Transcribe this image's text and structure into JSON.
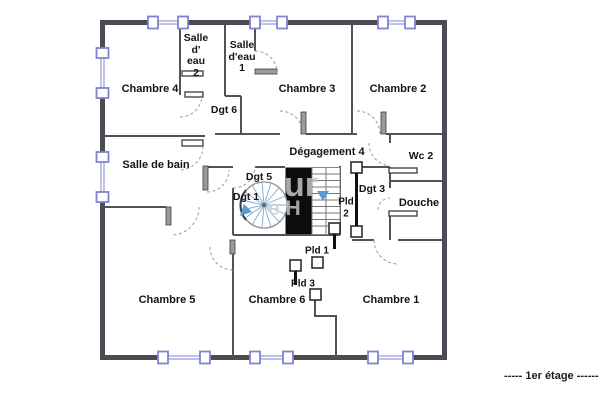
{
  "plan": {
    "legend": "----- 1er étage ------",
    "watermark": {
      "line1": "ur",
      "line2": "e H"
    },
    "rooms": {
      "chambre_1": "Chambre 1",
      "chambre_2": "Chambre 2",
      "chambre_3": "Chambre 3",
      "chambre_4": "Chambre 4",
      "chambre_5": "Chambre 5",
      "chambre_6": "Chambre 6",
      "salle_de_bain": "Salle de bain",
      "degagement_4": "Dégagement 4",
      "wc_2": "Wc 2",
      "douche": "Douche",
      "dgt_6": "Dgt 6",
      "dgt_5": "Dgt 5",
      "dgt_3": "Dgt 3",
      "dgt_1": "Dgt 1",
      "pld_1": "Pld 1",
      "pld_3": "Pld 3"
    },
    "rooms_multiline": {
      "salle_eau_2": [
        "Salle",
        "d'",
        "eau",
        "2"
      ],
      "salle_eau_1": [
        "Salle",
        "d'eau",
        "1"
      ],
      "pld_2": [
        "Pld",
        "2"
      ]
    },
    "colors": {
      "wall": "#4b4b53",
      "window_blue": "#8383d2",
      "stair_arrow_blue": "#5b9bd5",
      "stair_void_black": "#0c0c0c",
      "watermark_gray": "#c6c6c6"
    }
  }
}
